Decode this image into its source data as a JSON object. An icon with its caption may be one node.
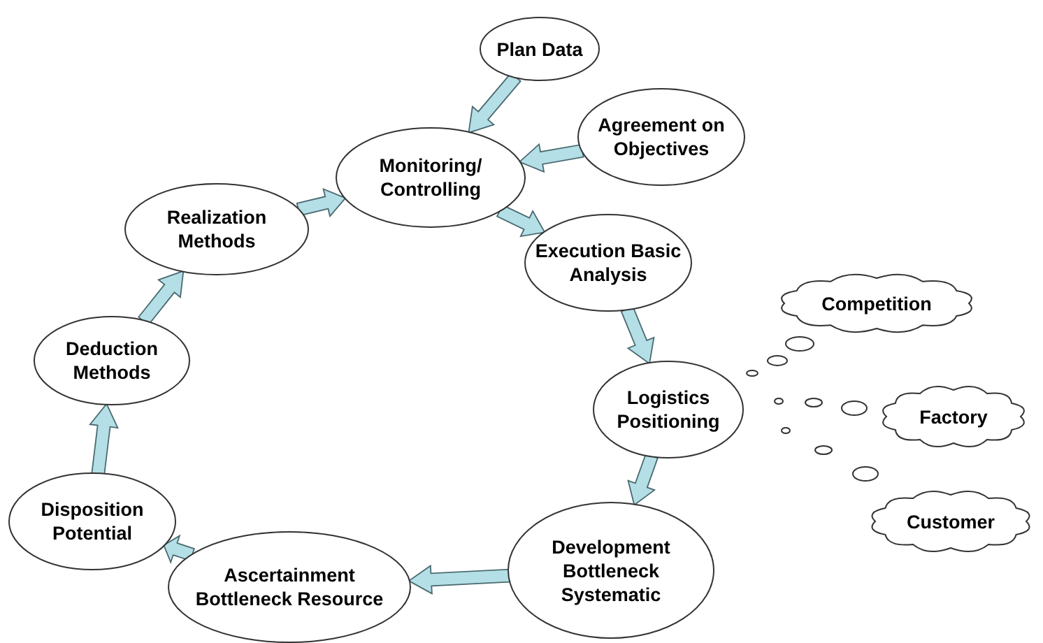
{
  "diagram": {
    "nodes": [
      {
        "text": [
          "Plan Data"
        ]
      },
      {
        "text": [
          "Agreement on Objectives"
        ]
      },
      {
        "text": [
          "Monitoring/ Controlling"
        ]
      },
      {
        "text": [
          "Execution Basic Analysis"
        ]
      },
      {
        "text": [
          "Logistics Positioning"
        ]
      },
      {
        "text": [
          "Development Bottleneck Systematic"
        ]
      },
      {
        "text": [
          "Ascertainment Bottleneck Resource"
        ]
      },
      {
        "text": [
          "Disposition Potential"
        ]
      },
      {
        "text": [
          "Deduction Methods"
        ]
      },
      {
        "text": [
          "Realization Methods"
        ]
      },
      {
        "text": [
          "Competition"
        ]
      },
      {
        "text": [
          "Factory"
        ]
      },
      {
        "text": [
          "Customer"
        ]
      }
    ],
    "edges": [
      {
        "from": 0,
        "to": 2,
        "arrow": "to"
      },
      {
        "from": 1,
        "to": 2,
        "arrow": "to"
      },
      {
        "from": 2,
        "to": 3,
        "arrow": "to"
      },
      {
        "from": 3,
        "to": 4,
        "arrow": "to"
      },
      {
        "from": 4,
        "to": 5,
        "arrow": "to"
      },
      {
        "from": 5,
        "to": 6,
        "arrow": "to"
      },
      {
        "from": 6,
        "to": 7,
        "arrow": "to"
      },
      {
        "from": 7,
        "to": 8,
        "arrow": "to"
      },
      {
        "from": 8,
        "to": 9,
        "arrow": "to"
      },
      {
        "from": 9,
        "to": 2,
        "arrow": "to"
      }
    ]
  }
}
